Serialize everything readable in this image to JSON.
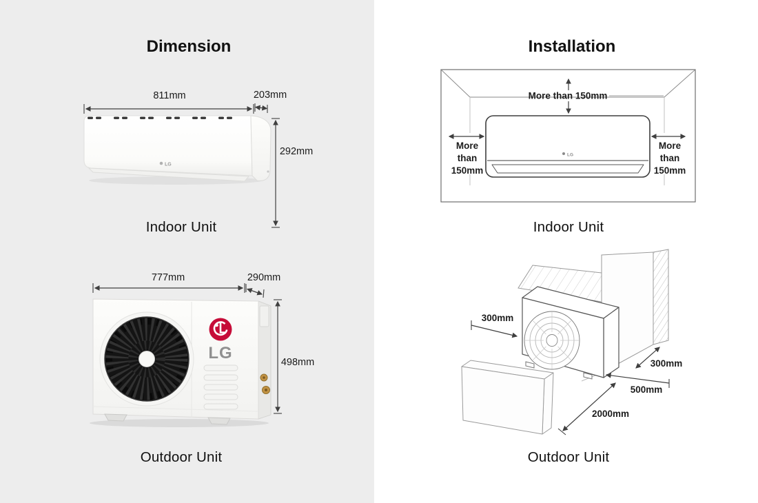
{
  "dimension": {
    "title": "Dimension",
    "indoor": {
      "label": "Indoor Unit",
      "width": "811mm",
      "depth": "203mm",
      "height": "292mm",
      "logo": "LG"
    },
    "outdoor": {
      "label": "Outdoor Unit",
      "width": "777mm",
      "depth": "290mm",
      "height": "498mm",
      "logo": "LG"
    }
  },
  "installation": {
    "title": "Installation",
    "indoor": {
      "label": "Indoor Unit",
      "top_clearance": "More than 150mm",
      "left_clearance": [
        "More",
        "than",
        "150mm"
      ],
      "right_clearance": [
        "More",
        "than",
        "150mm"
      ],
      "logo": "LG"
    },
    "outdoor": {
      "label": "Outdoor Unit",
      "front_clearance": "300mm",
      "side_clearance": "300mm",
      "rear_clearance": "500mm",
      "front_obstacle_clearance": "2000mm"
    }
  },
  "colors": {
    "left_panel_bg": "#ededed",
    "right_panel_bg": "#ffffff",
    "lg_red": "#c60c38",
    "text": "#111111",
    "line_art": "#3f3f3f",
    "fan_grille": "#141414"
  }
}
